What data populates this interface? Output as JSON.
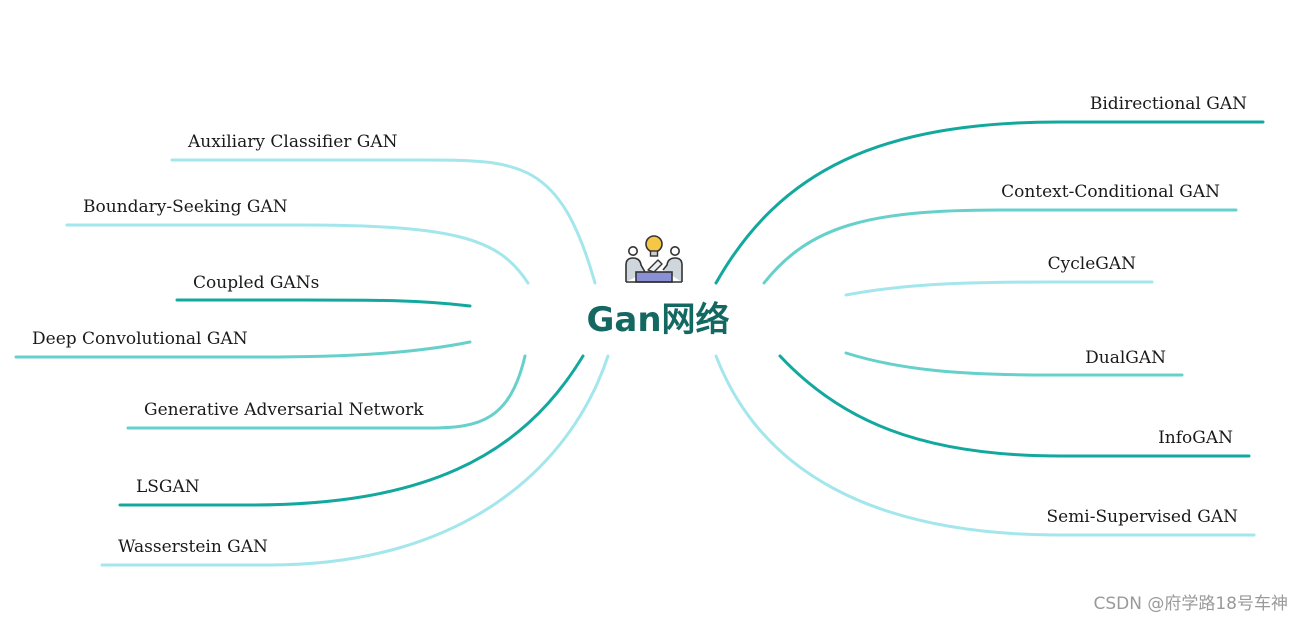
{
  "center": {
    "title": "Gan网络",
    "icon": "meeting-idea-icon"
  },
  "colors": {
    "dark": "#13a89e",
    "medium": "#66d0cb",
    "light": "#a3e6ec",
    "title": "#136861"
  },
  "left_branches": [
    {
      "label": "Auxiliary Classifier GAN",
      "tone": "light"
    },
    {
      "label": "Boundary-Seeking GAN",
      "tone": "light"
    },
    {
      "label": "Coupled GANs",
      "tone": "dark"
    },
    {
      "label": "Deep Convolutional GAN",
      "tone": "medium"
    },
    {
      "label": "Generative Adversarial Network",
      "tone": "medium"
    },
    {
      "label": "LSGAN",
      "tone": "dark"
    },
    {
      "label": "Wasserstein GAN",
      "tone": "light"
    }
  ],
  "right_branches": [
    {
      "label": "Bidirectional GAN",
      "tone": "dark"
    },
    {
      "label": "Context-Conditional GAN",
      "tone": "medium"
    },
    {
      "label": "CycleGAN",
      "tone": "light"
    },
    {
      "label": "DualGAN",
      "tone": "medium"
    },
    {
      "label": "InfoGAN",
      "tone": "dark"
    },
    {
      "label": "Semi-Supervised GAN",
      "tone": "light"
    }
  ],
  "watermark": "CSDN @府学路18号车神"
}
